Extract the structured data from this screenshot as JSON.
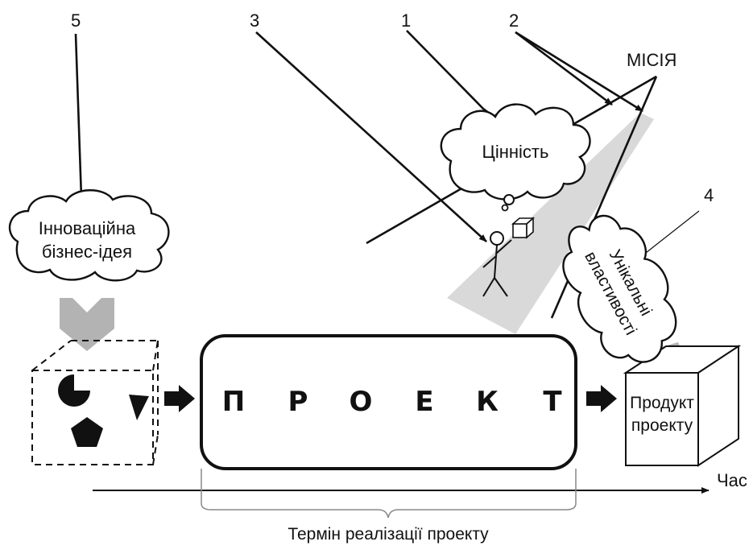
{
  "numbers": {
    "n1": "1",
    "n2": "2",
    "n3": "3",
    "n4": "4",
    "n5": "5"
  },
  "mission": "МІСІЯ",
  "value": "Цінність",
  "idea": {
    "line1": "Інноваційна",
    "line2": "бізнес-ідея"
  },
  "unique": {
    "line1": "Унікальні",
    "line2": "властивості"
  },
  "project_letters": [
    "П",
    "Р",
    "О",
    "Е",
    "К",
    "Т"
  ],
  "product": {
    "line1": "Продукт",
    "line2": "проекту"
  },
  "time_axis": "Час",
  "term": "Термін реалізації проекту",
  "colors": {
    "ink": "#111111",
    "beam": "#d9d9d9",
    "chevron": "#b3b3b3",
    "background": "#ffffff"
  }
}
